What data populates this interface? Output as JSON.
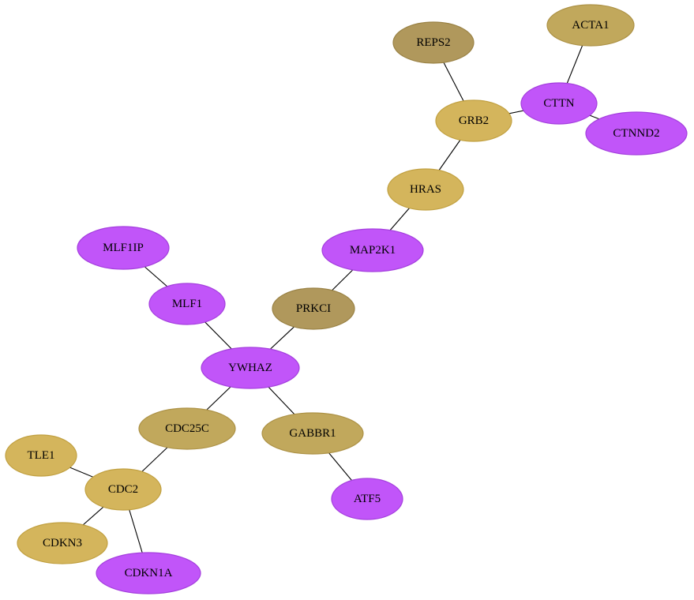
{
  "colors": {
    "purple": "#c155f9",
    "purple_stroke": "#a43fdd",
    "gold": "#d4b55c",
    "gold_stroke": "#c1a040",
    "olive": "#b0985c",
    "olive_stroke": "#9a8245",
    "tan": "#c1a85c",
    "tan_stroke": "#ad9246"
  },
  "nodes": [
    {
      "id": "REPS2",
      "label": "REPS2",
      "color": "olive"
    },
    {
      "id": "ACTA1",
      "label": "ACTA1",
      "color": "tan"
    },
    {
      "id": "CTTN",
      "label": "CTTN",
      "color": "purple"
    },
    {
      "id": "GRB2",
      "label": "GRB2",
      "color": "gold"
    },
    {
      "id": "CTNND2",
      "label": "CTNND2",
      "color": "purple"
    },
    {
      "id": "HRAS",
      "label": "HRAS",
      "color": "gold"
    },
    {
      "id": "MAP2K1",
      "label": "MAP2K1",
      "color": "purple"
    },
    {
      "id": "MLF1IP",
      "label": "MLF1IP",
      "color": "purple"
    },
    {
      "id": "MLF1",
      "label": "MLF1",
      "color": "purple"
    },
    {
      "id": "PRKCI",
      "label": "PRKCI",
      "color": "olive"
    },
    {
      "id": "YWHAZ",
      "label": "YWHAZ",
      "color": "purple"
    },
    {
      "id": "CDC25C",
      "label": "CDC25C",
      "color": "tan"
    },
    {
      "id": "GABBR1",
      "label": "GABBR1",
      "color": "tan"
    },
    {
      "id": "TLE1",
      "label": "TLE1",
      "color": "gold"
    },
    {
      "id": "CDC2",
      "label": "CDC2",
      "color": "gold"
    },
    {
      "id": "ATF5",
      "label": "ATF5",
      "color": "purple"
    },
    {
      "id": "CDKN3",
      "label": "CDKN3",
      "color": "gold"
    },
    {
      "id": "CDKN1A",
      "label": "CDKN1A",
      "color": "purple"
    }
  ],
  "edges": [
    [
      "REPS2",
      "GRB2"
    ],
    [
      "ACTA1",
      "CTTN"
    ],
    [
      "GRB2",
      "CTTN"
    ],
    [
      "CTTN",
      "CTNND2"
    ],
    [
      "GRB2",
      "HRAS"
    ],
    [
      "HRAS",
      "MAP2K1"
    ],
    [
      "MAP2K1",
      "PRKCI"
    ],
    [
      "MLF1IP",
      "MLF1"
    ],
    [
      "MLF1",
      "YWHAZ"
    ],
    [
      "PRKCI",
      "YWHAZ"
    ],
    [
      "YWHAZ",
      "CDC25C"
    ],
    [
      "YWHAZ",
      "GABBR1"
    ],
    [
      "GABBR1",
      "ATF5"
    ],
    [
      "CDC25C",
      "CDC2"
    ],
    [
      "TLE1",
      "CDC2"
    ],
    [
      "CDC2",
      "CDKN3"
    ],
    [
      "CDC2",
      "CDKN1A"
    ]
  ]
}
